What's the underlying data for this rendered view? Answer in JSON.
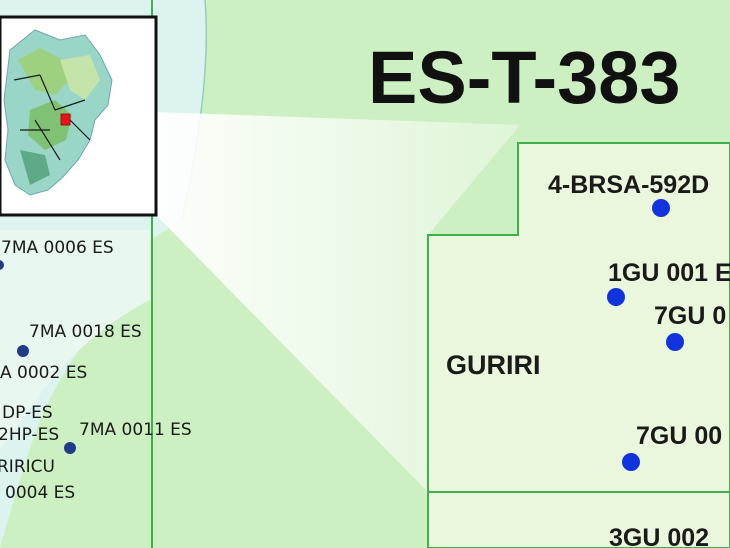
{
  "map": {
    "block_title": "ES-T-383",
    "field_name": "GURIRI",
    "block_wells": [
      {
        "id": "w1",
        "label": "4-BRSA-592D"
      },
      {
        "id": "w2",
        "label": "1GU 001 E"
      },
      {
        "id": "w3",
        "label": "7GU 0"
      },
      {
        "id": "w4",
        "label": "7GU 00"
      }
    ],
    "block_bottom_label": "3GU 002",
    "left_labels": [
      {
        "id": "l1",
        "text": "7MA 0006 ES"
      },
      {
        "id": "l2",
        "text": "7MA 0018 ES"
      },
      {
        "id": "l3",
        "text": "A 0002 ES"
      },
      {
        "id": "l4",
        "text": "DP-ES"
      },
      {
        "id": "l5",
        "text": "2HP-ES"
      },
      {
        "id": "l6",
        "text": "7MA 0011 ES"
      },
      {
        "id": "l7",
        "text": "RIRICU"
      },
      {
        "id": "l8",
        "text": "0004 ES"
      }
    ],
    "colors": {
      "offshore_light": "#e6f7ee",
      "land_green": "#cdf0c2",
      "block_fill": "#eaf7dc",
      "block_outline": "#3fb04a",
      "well_blue": "#1133dd",
      "well_navy": "#1f3b8a",
      "locator_highlight": "#e8141c"
    },
    "icons": {
      "well_marker": "filled-circle",
      "locator": "brazil-inset-map"
    }
  }
}
